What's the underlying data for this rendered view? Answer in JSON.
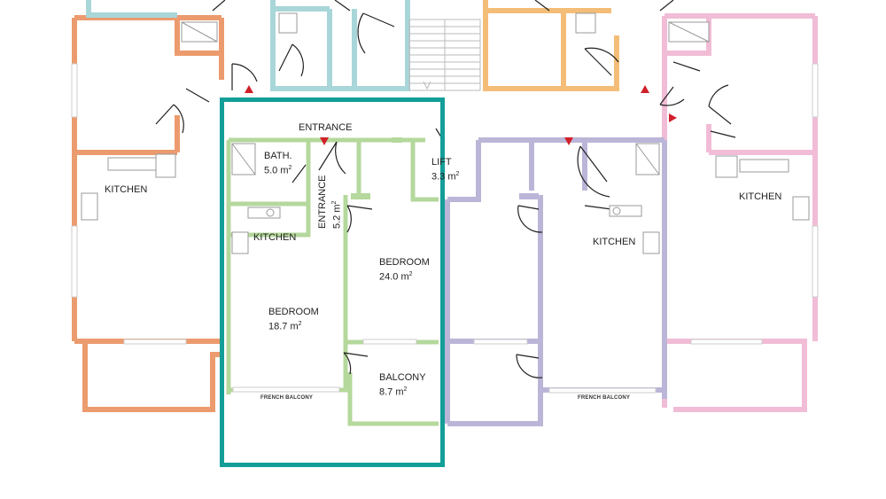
{
  "labels": {
    "entrance_top": "ENTRANCE",
    "bath": "BATH.",
    "bath_area": "5.0 m",
    "entrance_vert": "ENTRANCE",
    "entrance_vert_area": "5.2 m",
    "lift": "LIFT",
    "lift_area": "3.3 m",
    "kitchen_left": "KITCHEN",
    "kitchen_highlight": "KITCHEN",
    "kitchen_mid": "KITCHEN",
    "kitchen_right": "KITCHEN",
    "bedroom_large": "BEDROOM",
    "bedroom_large_area": "24.0 m",
    "bedroom_small": "BEDROOM",
    "bedroom_small_area": "18.7 m",
    "balcony": "BALCONY",
    "balcony_area": "8.7 m",
    "french_balcony_left": "FRENCH BALCONY",
    "french_balcony_right": "FRENCH BALCONY",
    "sq": "2"
  },
  "colors": {
    "orange": "#ec9b6e",
    "light_blue": "#a9d6d9",
    "orange_top": "#f3bd78",
    "pink": "#f1bcd6",
    "green": "#b5d89c",
    "purple": "#bbb6d8",
    "highlight": "#139e98",
    "door": "#222222",
    "entrance_marker": "#d0202a"
  }
}
